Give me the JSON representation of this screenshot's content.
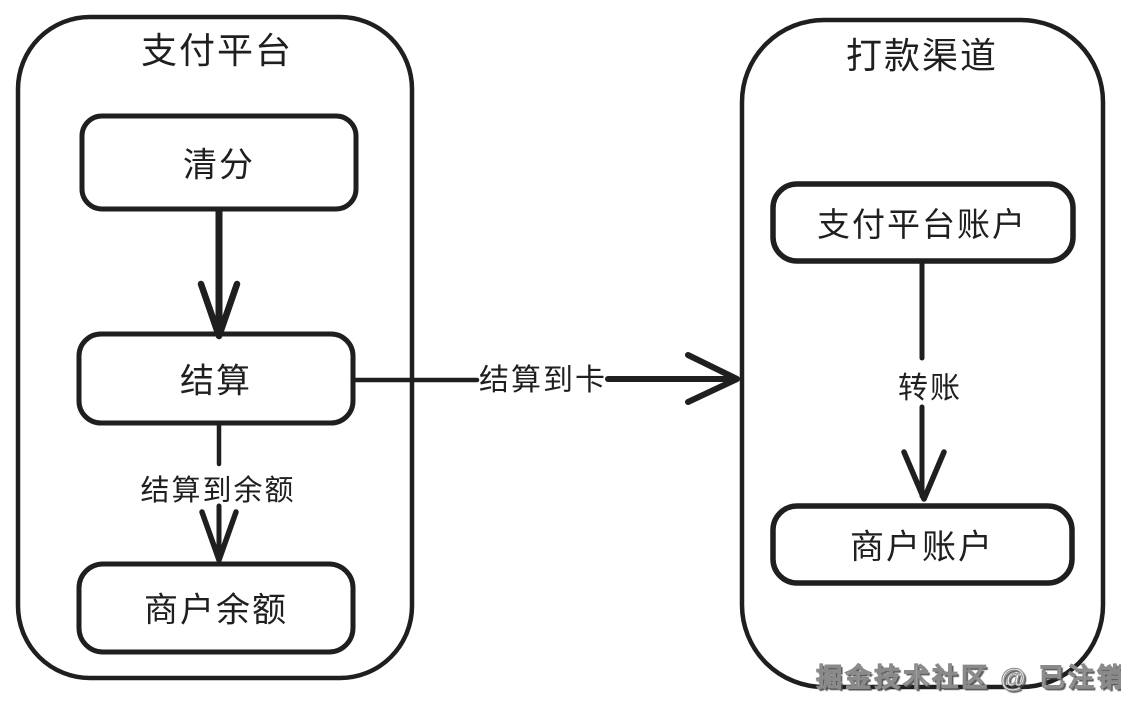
{
  "colors": {
    "background": "#ffffff",
    "stroke": "#1f1f1f",
    "watermark_fill": "#f7f7f7",
    "watermark_outline": "#8a8a8a"
  },
  "left_container": {
    "title": "支付平台",
    "node_qingfen": "清分",
    "node_jiesuan": "结算",
    "node_merchant_balance": "商户余额",
    "edge_settle_to_balance": "结算到余额"
  },
  "right_container": {
    "title": "打款渠道",
    "node_platform_account": "支付平台账户",
    "node_merchant_account": "商户账户",
    "edge_transfer": "转账"
  },
  "cross_edge": {
    "settle_to_card": "结算到卡"
  },
  "watermark": "掘金技术社区 @ 已注销"
}
